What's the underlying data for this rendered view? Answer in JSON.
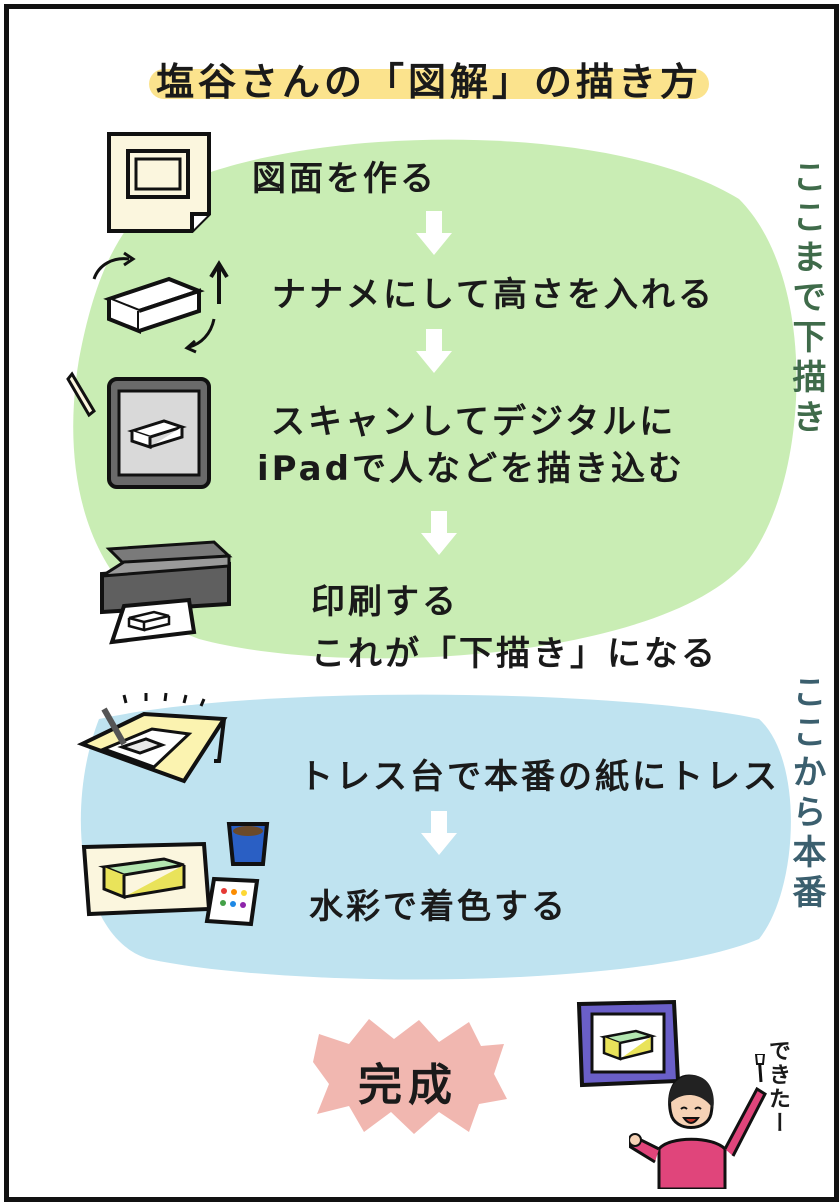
{
  "title": "塩谷さんの「図解」の描き方",
  "steps": [
    {
      "line1": "図面を作る"
    },
    {
      "line1": "ナナメにして高さを入れる"
    },
    {
      "line1": "スキャンしてデジタルに",
      "line2": "iPadで人などを描き込む"
    },
    {
      "line1": "印刷する",
      "line2": "これが「下描き」になる"
    },
    {
      "line1": "トレス台で本番の紙にトレス"
    },
    {
      "line1": "水彩で着色する"
    }
  ],
  "side_labels": {
    "sketch": "ここまで下描き",
    "final": "ここから本番"
  },
  "finish": {
    "label": "完成",
    "exclamation": "できたー"
  },
  "colors": {
    "green_zone": "#c9edb4",
    "blue_zone": "#bfe3f0",
    "title_highlight": "#fbe38d",
    "finish_badge": "#f1b7b0"
  }
}
